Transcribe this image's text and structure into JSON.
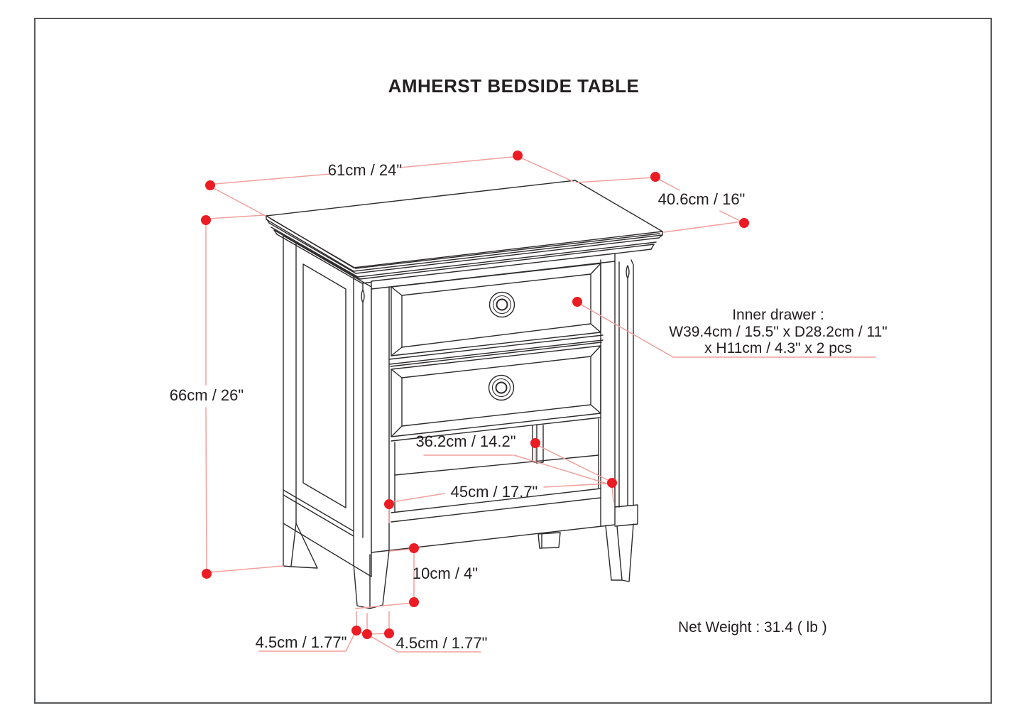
{
  "page": {
    "title": "AMHERST BEDSIDE TABLE",
    "net_weight": "Net Weight : 31.4 ( lb )"
  },
  "dimensions": {
    "width": "61cm / 24\"",
    "depth": "40.6cm / 16\"",
    "height": "66cm / 26\"",
    "inner_drawer": {
      "heading": "Inner drawer :",
      "line1": "W39.4cm / 15.5\" x D28.2cm / 11\"",
      "line2": "x H11cm / 4.3\" x 2 pcs"
    },
    "shelf_opening_depth": "36.2cm / 14.2\"",
    "shelf_width": "45cm / 17.7\"",
    "bottom_clearance": "10cm / 4\"",
    "leg_side": "4.5cm / 1.77\"",
    "leg_front": "4.5cm / 1.77\""
  },
  "colors": {
    "text": "#231f20",
    "line_art": "#2d2a2b",
    "dimension_line": "#f2a09c",
    "dimension_dot": "#ec1c24",
    "border": "#58595b",
    "background": "#ffffff"
  }
}
